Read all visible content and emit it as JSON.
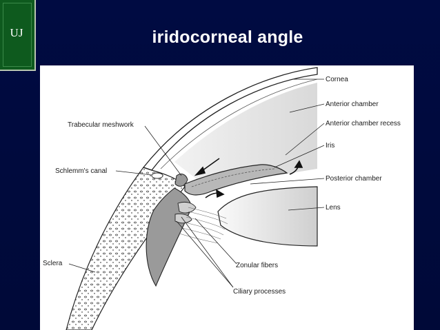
{
  "logo": {
    "text": "UJ"
  },
  "title": "iridocorneal angle",
  "diagram": {
    "labels": {
      "cornea": "Cornea",
      "anterior_chamber": "Anterior chamber",
      "anterior_chamber_recess": "Anterior chamber recess",
      "iris": "Iris",
      "posterior_chamber": "Posterior chamber",
      "lens": "Lens",
      "trabecular_meshwork": "Trabecular meshwork",
      "schlemms_canal": "Schlemm's canal",
      "sclera": "Sclera",
      "zonular_fibers": "Zonular fibers",
      "ciliary_processes": "Ciliary processes"
    }
  },
  "colors": {
    "background": "#000b42",
    "logo_bg": "#0e5a1e",
    "title": "#ffffff"
  }
}
